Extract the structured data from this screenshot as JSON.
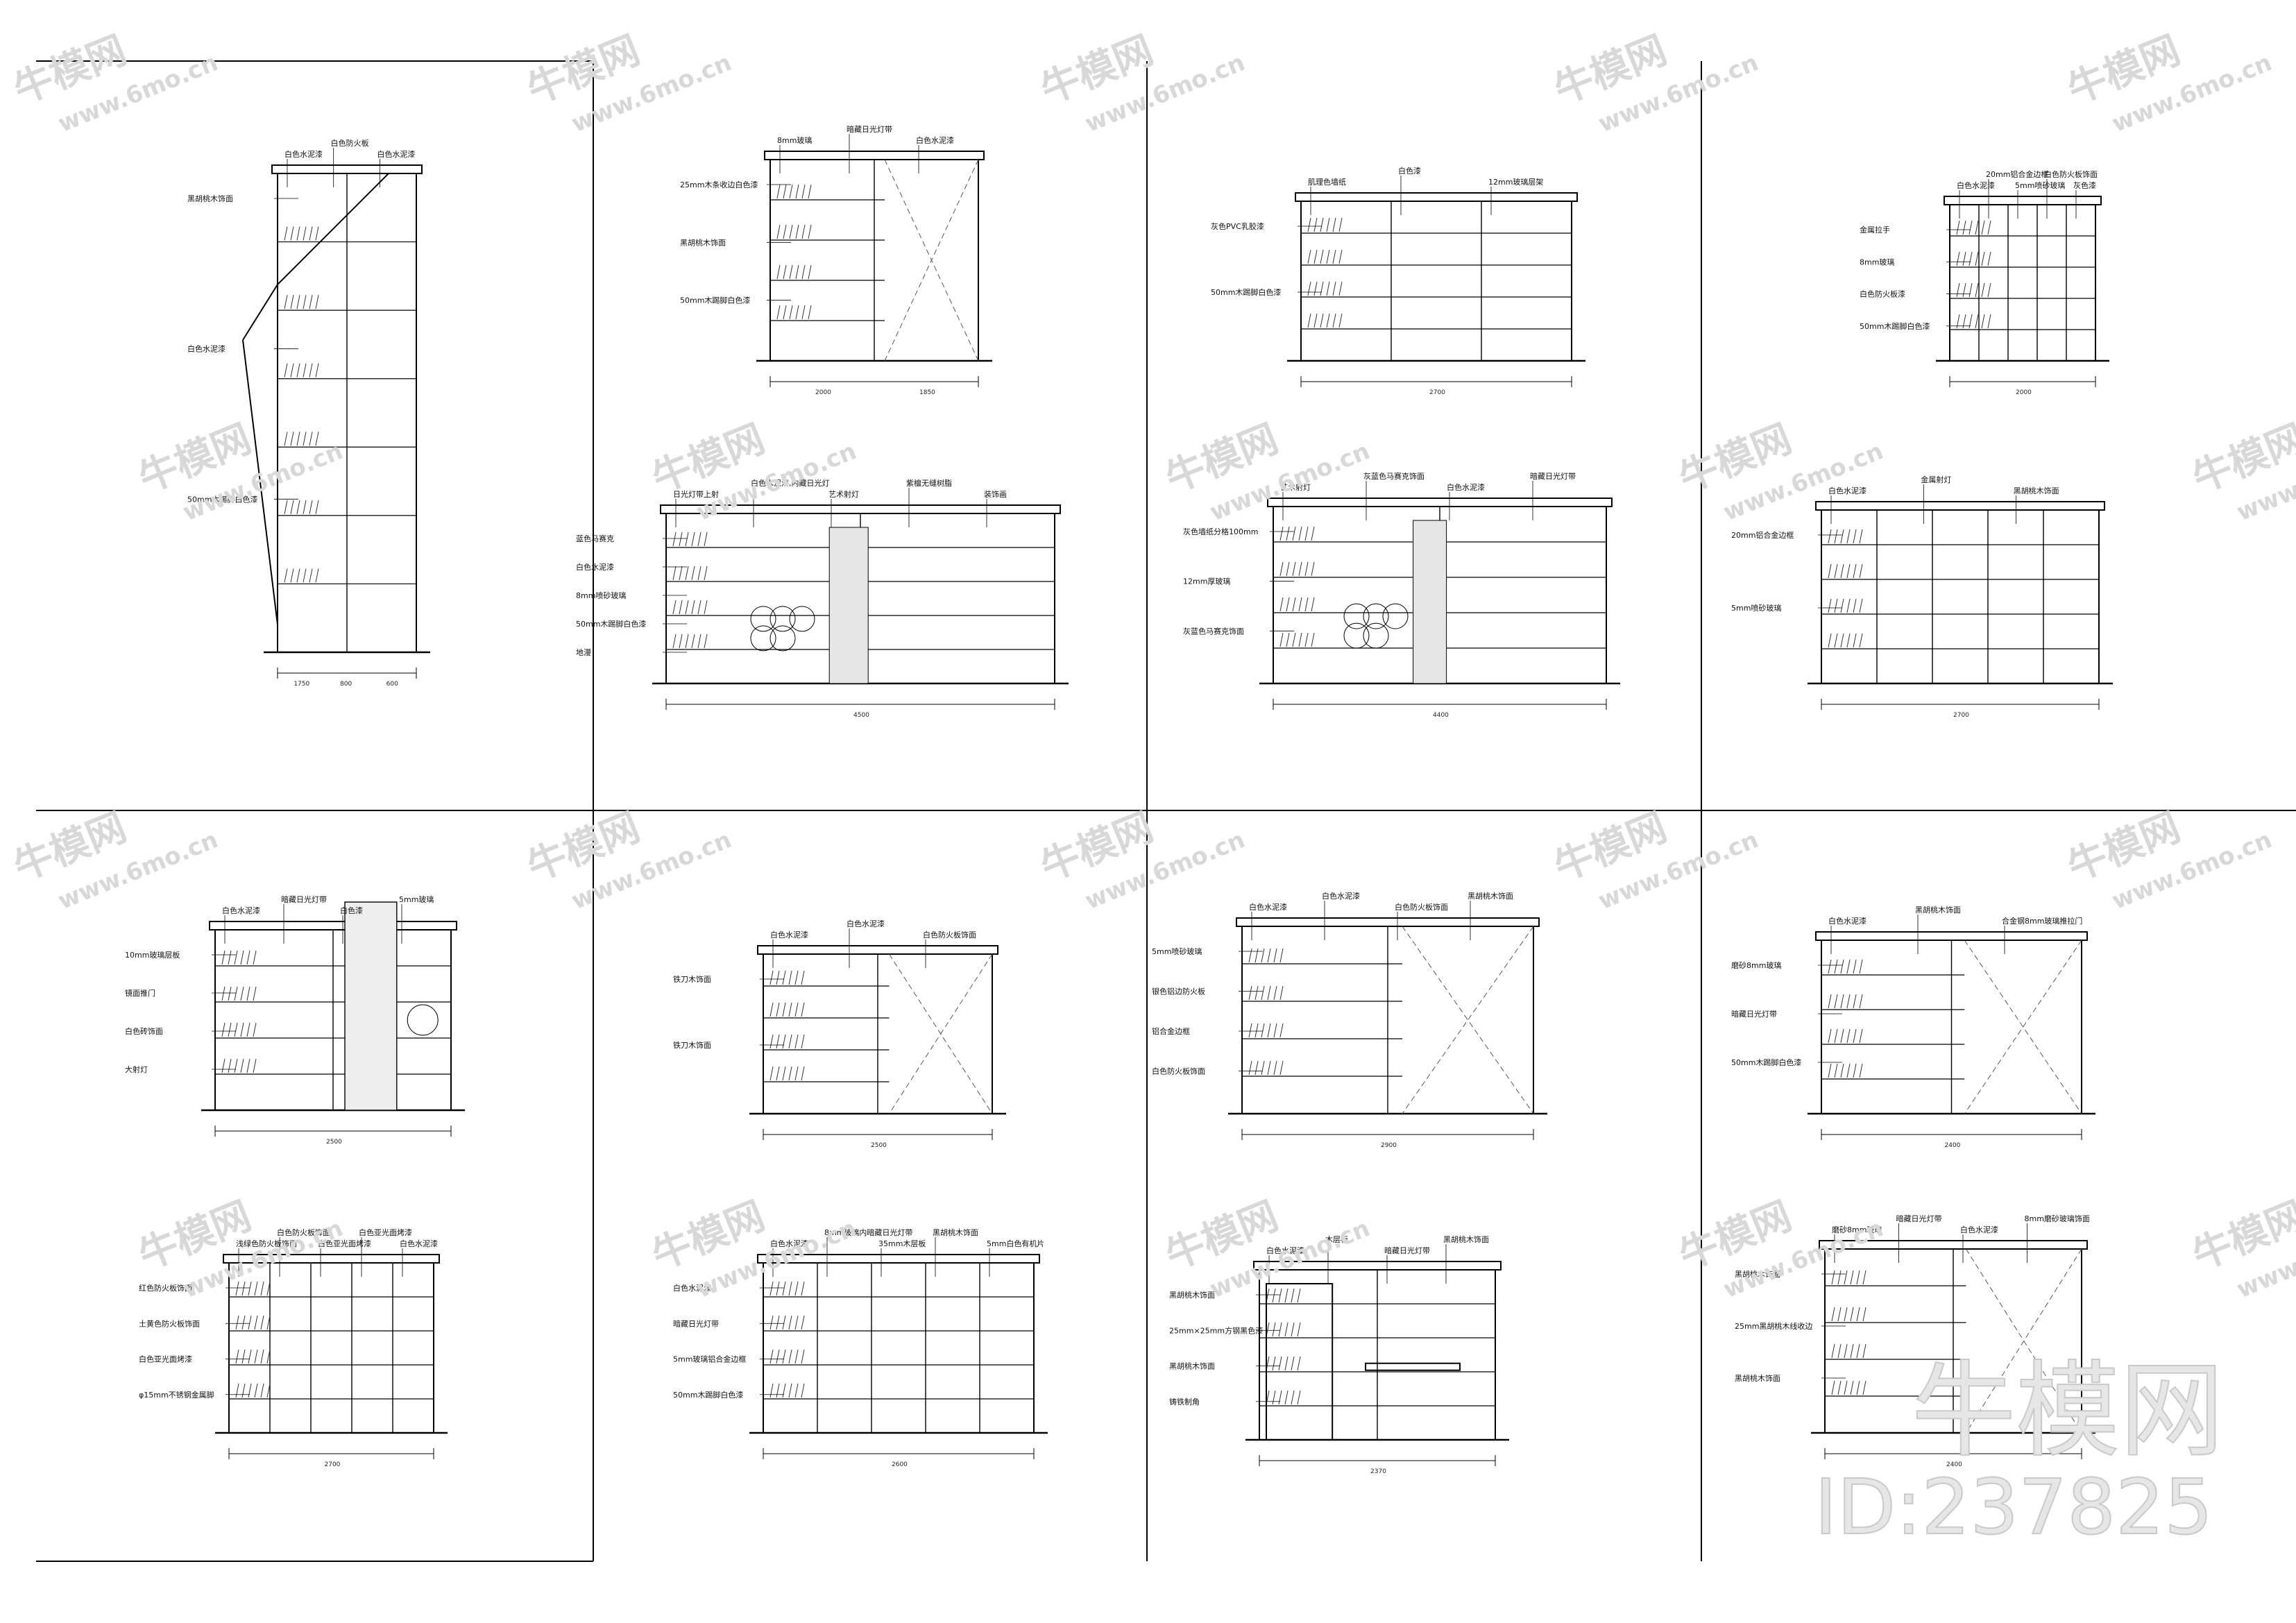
{
  "drawing": {
    "panel_labels": [
      [
        "白色水泥漆",
        "白色防火板",
        "白色水泥漆",
        "黑胡桃木饰面",
        "白色水泥漆",
        "50mm木踢脚白色漆"
      ],
      [
        "8mm玻璃",
        "暗藏日光灯带",
        "白色水泥漆",
        "25mm木条收边白色漆",
        "黑胡桃木饰面",
        "50mm木踢脚白色漆"
      ],
      [
        "肌理色墙纸",
        "白色漆",
        "12mm玻璃层架",
        "灰色PVC乳胶漆",
        "50mm木踢脚白色漆"
      ],
      [
        "白色水泥漆",
        "20mm铝合金边框",
        "5mm喷砂玻璃",
        "白色防火板饰面",
        "灰色漆",
        "金属拉手",
        "8mm玻璃",
        "白色防火板漆",
        "50mm木踢脚白色漆"
      ],
      [
        "日光灯带上射",
        "白色水泥漆,内藏日光灯",
        "艺术射灯",
        "紫檀无缝树脂",
        "装饰画",
        "蓝色马赛克",
        "白色水泥漆",
        "8mm喷砂玻璃",
        "50mm木踢脚白色漆",
        "地漫"
      ],
      [
        "艺术射灯",
        "灰蓝色马赛克饰面",
        "白色水泥漆",
        "暗藏日光灯带",
        "灰色墙纸分格100mm",
        "12mm厚玻璃",
        "灰蓝色马赛克饰面"
      ],
      [
        "白色水泥漆",
        "金属射灯",
        "黑胡桃木饰面",
        "20mm铝合金边框",
        "5mm喷砂玻璃"
      ],
      [
        "白色水泥漆",
        "暗藏日光灯带",
        "白色漆",
        "5mm玻璃",
        "10mm玻璃层板",
        "镜面推门",
        "白色砖饰面",
        "大射灯"
      ],
      [
        "白色水泥漆",
        "白色水泥漆",
        "白色防火板饰面",
        "铁刀木饰面",
        "铁刀木饰面"
      ],
      [
        "白色水泥漆",
        "白色水泥漆",
        "白色防火板饰面",
        "黑胡桃木饰面",
        "5mm喷砂玻璃",
        "银色铝边防火板",
        "铝合金边框",
        "白色防火板饰面"
      ],
      [
        "白色水泥漆",
        "黑胡桃木饰面",
        "合金钢8mm玻璃推拉门",
        "磨砂8mm玻璃",
        "暗藏日光灯带",
        "50mm木踢脚白色漆"
      ],
      [
        "浅绿色防火板饰面",
        "白色防火板饰面",
        "白色亚光面烤漆",
        "白色亚光面烤漆",
        "白色水泥漆",
        "红色防火板饰面",
        "土黄色防火板饰面",
        "白色亚光面烤漆",
        "φ15mm不锈钢金属脚"
      ],
      [
        "白色水泥漆",
        "8mm玻璃内暗藏日光灯带",
        "35mm木层板",
        "黑胡桃木饰面",
        "5mm白色有机片",
        "白色水泥漆",
        "暗藏日光灯带",
        "5mm玻璃铝合金边框",
        "50mm木踢脚白色漆"
      ],
      [
        "白色水泥漆",
        "木层板",
        "暗藏日光灯带",
        "黑胡桃木饰面",
        "黑胡桃木饰面",
        "25mm×25mm方钢黑色漆",
        "黑胡桃木饰面",
        "铸铁制角"
      ],
      [
        "磨砂8mm玻璃",
        "暗藏日光灯带",
        "白色水泥漆",
        "8mm磨砂玻璃饰面",
        "黑胡桃木饰面",
        "25mm黑胡桃木线收边",
        "黑胡桃木饰面"
      ]
    ],
    "panel_dims": [
      [
        "1750",
        "800",
        "600"
      ],
      [
        "2000",
        "1850"
      ],
      [
        "2700"
      ],
      [
        "2000"
      ],
      [
        "4500"
      ],
      [
        "4400"
      ],
      [
        "2700"
      ],
      [
        "2500"
      ],
      [
        "2500"
      ],
      [
        "2900"
      ],
      [
        "2400"
      ],
      [
        "2700"
      ],
      [
        "2600"
      ],
      [
        "2370"
      ],
      [
        "2400"
      ]
    ]
  },
  "watermark": {
    "tile_text": "牛模网",
    "tile_url": "www.6mo.cn",
    "logo": "牛模网",
    "id": "ID:237825"
  }
}
